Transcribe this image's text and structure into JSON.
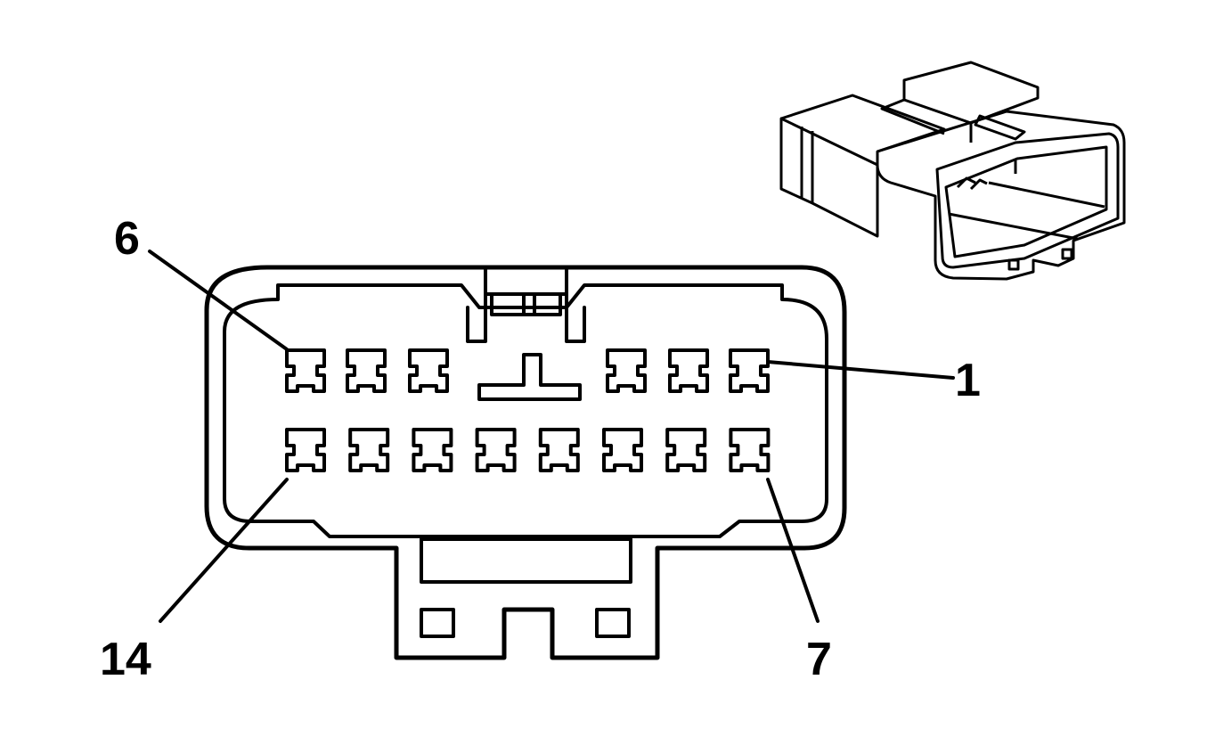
{
  "diagram": {
    "callouts": [
      {
        "id": "pin-6",
        "label": "6"
      },
      {
        "id": "pin-1",
        "label": "1"
      },
      {
        "id": "pin-14",
        "label": "14"
      },
      {
        "id": "pin-7",
        "label": "7"
      }
    ],
    "connector_face": {
      "top_row_cavities": 6,
      "top_row_center_key": true,
      "bottom_row_cavities": 8
    },
    "colors": {
      "ink": "#000000",
      "paper": "#ffffff"
    }
  }
}
